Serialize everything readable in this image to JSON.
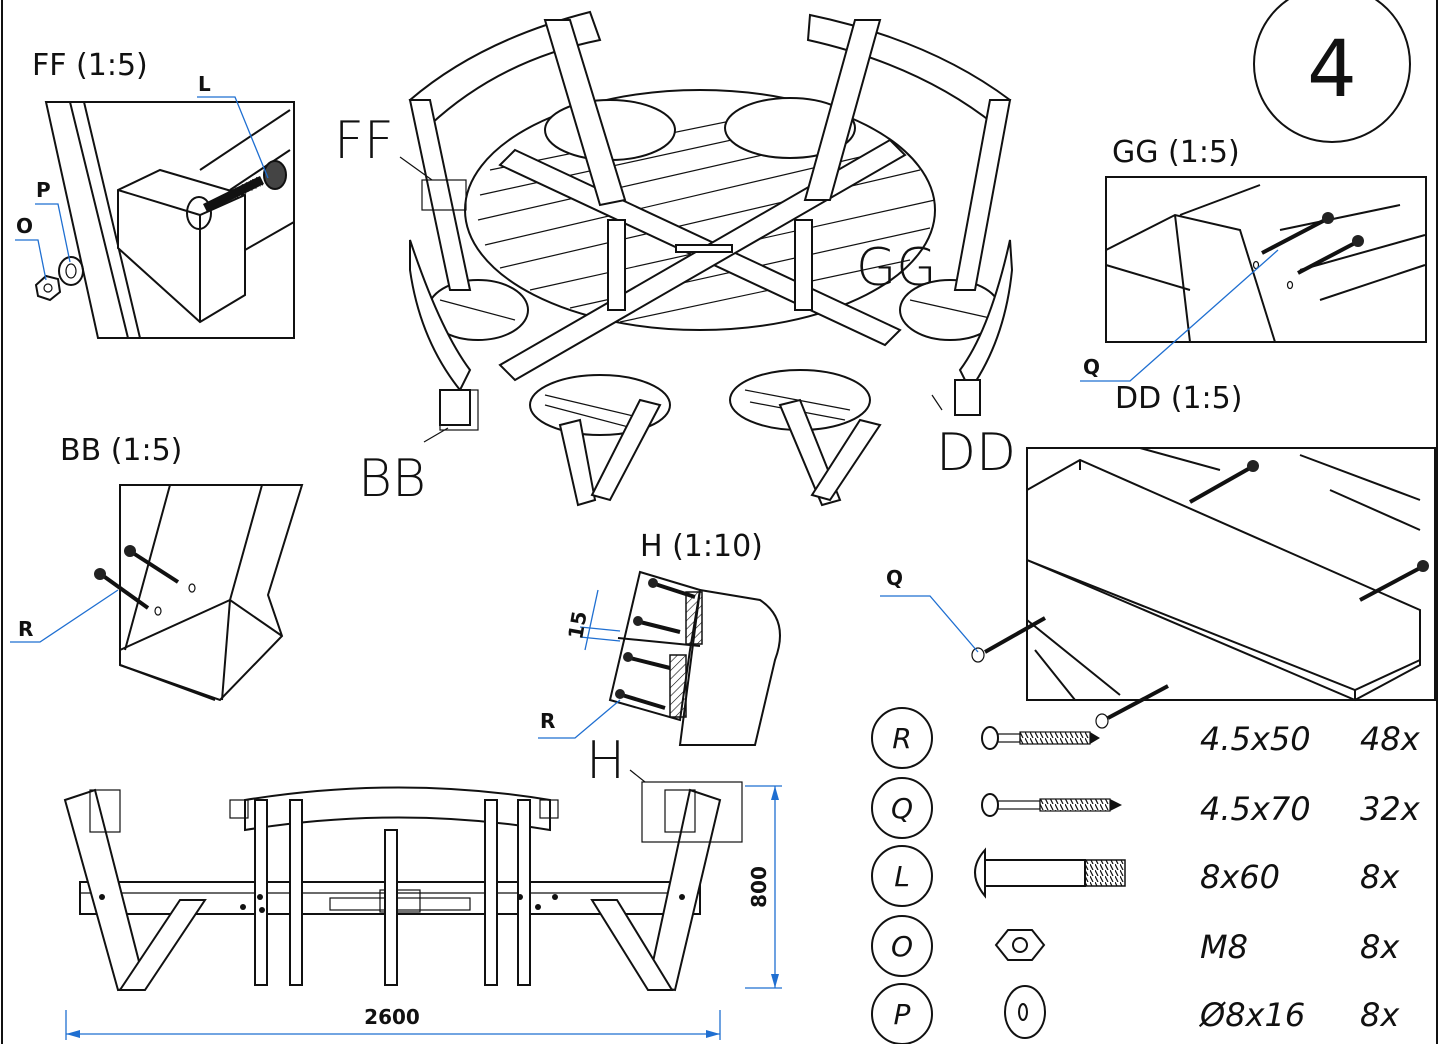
{
  "step_number": "4",
  "views": {
    "ff": {
      "title": "FF (1:5)",
      "leaders": [
        "L",
        "P",
        "O"
      ]
    },
    "gg": {
      "title": "GG (1:5)",
      "leaders": [
        "Q"
      ]
    },
    "dd": {
      "title": "DD (1:5)",
      "leaders": [
        "Q"
      ]
    },
    "bb": {
      "title": "BB (1:5)",
      "leaders": [
        "R"
      ]
    },
    "h": {
      "title": "H (1:10)",
      "leaders": [
        "R"
      ],
      "dim": "15"
    }
  },
  "main_labels": {
    "ff": "FF",
    "gg": "GG",
    "bb": "BB",
    "dd": "DD",
    "h": "H"
  },
  "front_view": {
    "width_dim": "2600",
    "height_dim": "800"
  },
  "parts": [
    {
      "code": "R",
      "size": "4.5x50",
      "qty": "48x",
      "icon": "screw-icon"
    },
    {
      "code": "Q",
      "size": "4.5x70",
      "qty": "32x",
      "icon": "long-screw-icon"
    },
    {
      "code": "L",
      "size": "8x60",
      "qty": "8x",
      "icon": "carriage-bolt-icon"
    },
    {
      "code": "O",
      "size": "M8",
      "qty": "8x",
      "icon": "nut-icon"
    },
    {
      "code": "P",
      "size": "Ø8x16",
      "qty": "8x",
      "icon": "washer-icon"
    }
  ]
}
